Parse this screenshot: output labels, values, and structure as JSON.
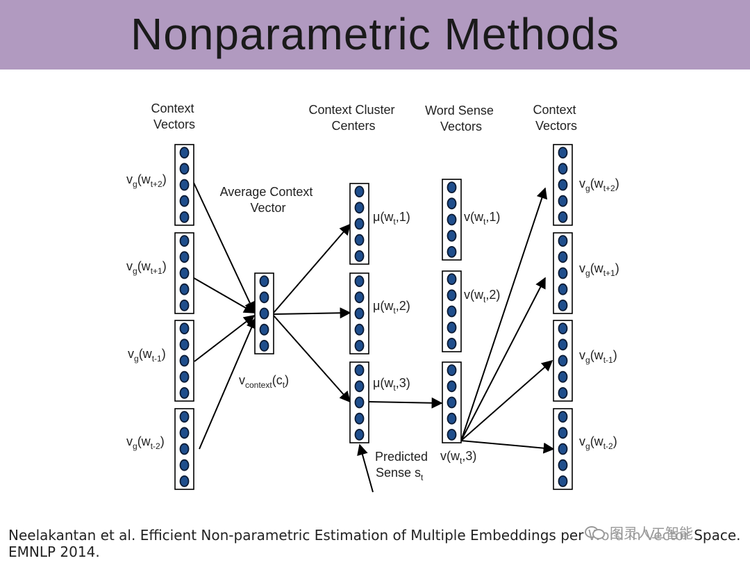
{
  "title": "Nonparametric Methods",
  "headers": {
    "context_vectors_left": [
      "Context",
      "Vectors"
    ],
    "average_context": [
      "Average Context",
      "Vector"
    ],
    "cluster_centers": [
      "Context Cluster",
      "Centers"
    ],
    "word_sense": [
      "Word Sense",
      "Vectors"
    ],
    "context_vectors_right": [
      "Context",
      "Vectors"
    ]
  },
  "left_labels": [
    {
      "base": "v",
      "sub": "g",
      "w": "(w",
      "wsub": "t+2",
      "close": ")"
    },
    {
      "base": "v",
      "sub": "g",
      "w": "(w",
      "wsub": "t+1",
      "close": ")"
    },
    {
      "base": "v",
      "sub": "g",
      "w": "(w",
      "wsub": "t-1",
      "close": ")"
    },
    {
      "base": "v",
      "sub": "g",
      "w": "(w",
      "wsub": "t-2",
      "close": ")"
    }
  ],
  "avg_label": {
    "base": "v",
    "sub": "context",
    "w": "(c",
    "wsub": "t",
    "close": ")"
  },
  "cluster_labels": [
    {
      "base": "μ(w",
      "sub": "t",
      "rest": ",1)"
    },
    {
      "base": "μ(w",
      "sub": "t",
      "rest": ",2)"
    },
    {
      "base": "μ(w",
      "sub": "t",
      "rest": ",3)"
    }
  ],
  "sense_labels": [
    {
      "base": "v(w",
      "sub": "t",
      "rest": ",1)"
    },
    {
      "base": "v(w",
      "sub": "t",
      "rest": ",2)"
    },
    {
      "base": "v(w",
      "sub": "t",
      "rest": ",3)"
    }
  ],
  "predicted": {
    "line1": "Predicted",
    "line2": "Sense s",
    "sub": "t"
  },
  "citation": "Neelakantan et al. Efficient Non-parametric Estimation of Multiple Embeddings per Word in Vector Space. EMNLP 2014.",
  "watermark": "图灵人工智能",
  "colors": {
    "title_bar": "#b19ac0",
    "node_fill": "#1f4e8c",
    "node_stroke": "#0b1a33",
    "line": "#000000"
  }
}
